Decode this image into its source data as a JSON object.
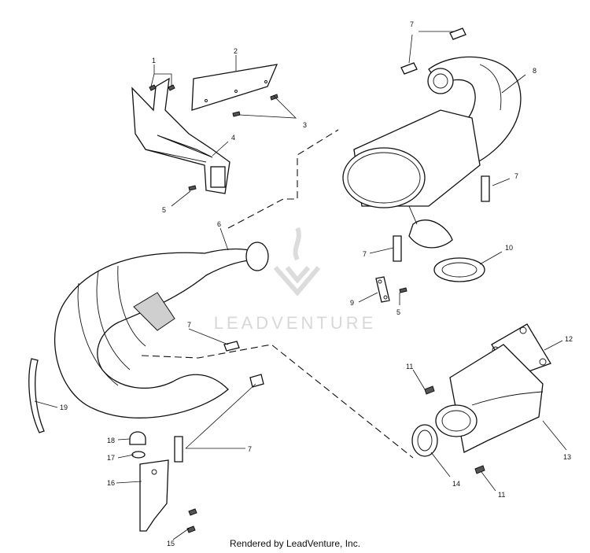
{
  "callouts": [
    "1",
    "2",
    "3",
    "4",
    "5",
    "6",
    "7",
    "8",
    "9",
    "10",
    "11",
    "12",
    "13",
    "14",
    "15",
    "16",
    "17",
    "18",
    "19"
  ],
  "labels": {
    "c1": "1",
    "c2": "2",
    "c3": "3",
    "c4": "4",
    "c5a": "5",
    "c5b": "5",
    "c6": "6",
    "c7a": "7",
    "c7b": "7",
    "c7c": "7",
    "c7d": "7",
    "c7e": "7",
    "c8": "8",
    "c9": "9",
    "c10": "10",
    "c11a": "11",
    "c11b": "11",
    "c12": "12",
    "c13": "13",
    "c14": "14",
    "c15": "15",
    "c16": "16",
    "c17": "17",
    "c18": "18",
    "c19": "19"
  },
  "watermark": "LEADVENTURE",
  "footer": "Rendered by LeadVenture, Inc."
}
